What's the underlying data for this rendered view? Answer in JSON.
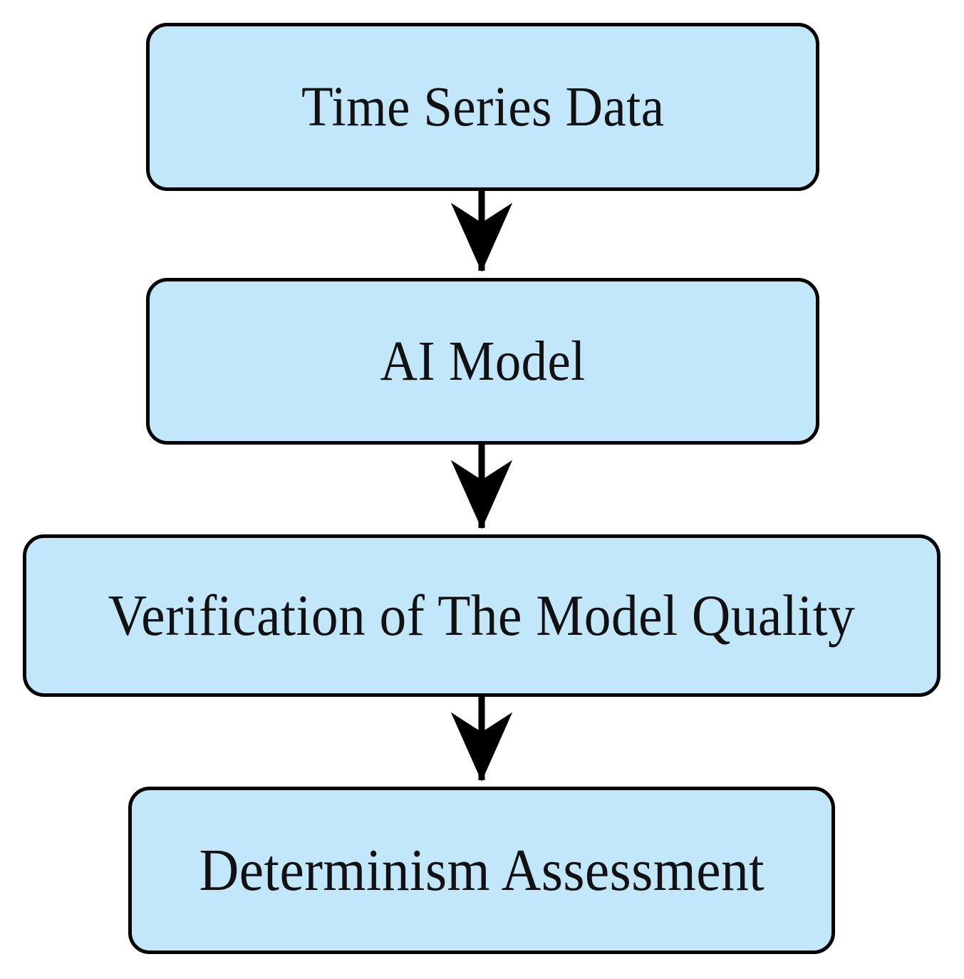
{
  "diagram": {
    "type": "flowchart",
    "orientation": "vertical-top-to-bottom",
    "background_color": "#ffffff",
    "node_fill_color": "#c2e7fb",
    "node_stroke_color": "#000000",
    "text_color": "#111111",
    "nodes": [
      {
        "id": "time-series-data",
        "label": "Time Series Data"
      },
      {
        "id": "ai-model",
        "label": "AI Model"
      },
      {
        "id": "verification",
        "label": "Verification of The Model Quality"
      },
      {
        "id": "determinism",
        "label": "Determinism Assessment"
      }
    ],
    "edges": [
      {
        "id": "edge-1",
        "from": "time-series-data",
        "to": "ai-model",
        "label": ""
      },
      {
        "id": "edge-2",
        "from": "ai-model",
        "to": "verification",
        "label": ""
      },
      {
        "id": "edge-3",
        "from": "verification",
        "to": "determinism",
        "label": ""
      }
    ]
  }
}
